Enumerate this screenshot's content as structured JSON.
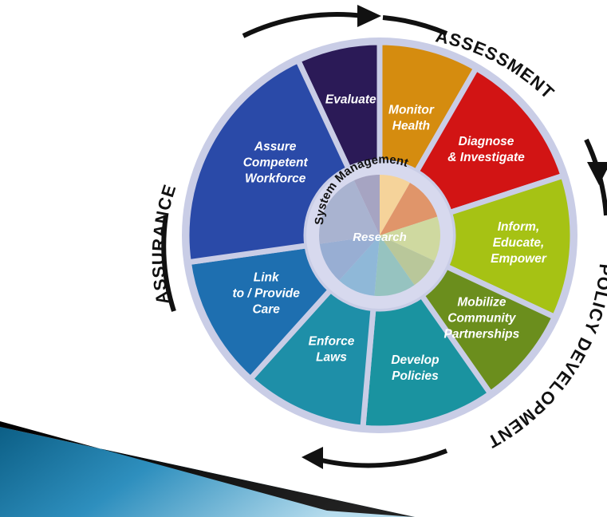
{
  "diagram": {
    "outer_phases": {
      "assessment": "ASSESSMENT",
      "policy_development": "POLICY DEVELOPMENT",
      "assurance": "ASSURANCE"
    },
    "ring_label": "System Management",
    "center_label": "Research",
    "services": [
      {
        "id": "evaluate",
        "lines": [
          "Evaluate"
        ],
        "color": "#2b1a57"
      },
      {
        "id": "monitor-health",
        "lines": [
          "Monitor",
          "Health"
        ],
        "color": "#d58c0f"
      },
      {
        "id": "diagnose",
        "lines": [
          "Diagnose",
          "& Investigate"
        ],
        "color": "#d21414"
      },
      {
        "id": "inform",
        "lines": [
          "Inform,",
          "Educate,",
          "Empower"
        ],
        "color": "#a6c214"
      },
      {
        "id": "mobilize",
        "lines": [
          "Mobilize",
          "Community",
          "Partnerships"
        ],
        "color": "#6b8e1d"
      },
      {
        "id": "develop-policies",
        "lines": [
          "Develop",
          "Policies"
        ],
        "color": "#1a93a0"
      },
      {
        "id": "enforce-laws",
        "lines": [
          "Enforce",
          "Laws"
        ],
        "color": "#1e8fa8"
      },
      {
        "id": "link-care",
        "lines": [
          "Link",
          "to / Provide",
          "Care"
        ],
        "color": "#1e6fb0"
      },
      {
        "id": "assure-workforce",
        "lines": [
          "Assure",
          "Competent",
          "Workforce"
        ],
        "color": "#2a4aa8"
      }
    ],
    "center_wedge_colors": [
      "#a6a4c2",
      "#f5d39a",
      "#e0956a",
      "#cfd9a0",
      "#b9c79a",
      "#96c3c0",
      "#8fb8d8",
      "#98aed3",
      "#a9b3d0"
    ]
  }
}
